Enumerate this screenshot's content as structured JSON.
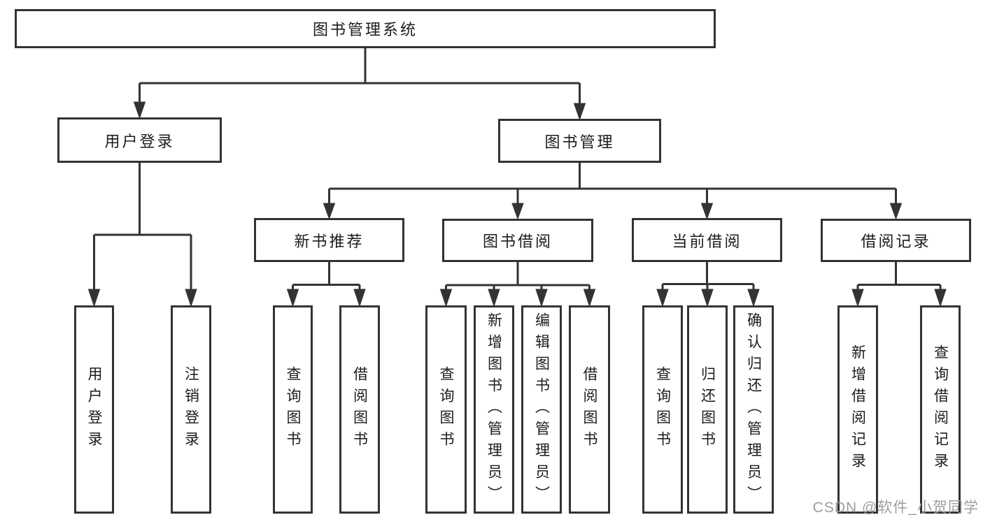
{
  "title": "图书管理系统",
  "tree": {
    "root": {
      "label": "图书管理系统"
    },
    "branches": [
      {
        "label": "用户登录",
        "children": [
          {
            "label": "用户登录"
          },
          {
            "label": "注销登录"
          }
        ]
      },
      {
        "label": "图书管理",
        "groups": [
          {
            "label": "新书推荐",
            "children": [
              {
                "label": "查询图书"
              },
              {
                "label": "借阅图书"
              }
            ]
          },
          {
            "label": "图书借阅",
            "children": [
              {
                "label": "查询图书"
              },
              {
                "label": "新增图书（管理员）"
              },
              {
                "label": "编辑图书（管理员）"
              },
              {
                "label": "借阅图书"
              }
            ]
          },
          {
            "label": "当前借阅",
            "children": [
              {
                "label": "查询图书"
              },
              {
                "label": "归还图书"
              },
              {
                "label": "确认归还（管理员）"
              }
            ]
          },
          {
            "label": "借阅记录",
            "children": [
              {
                "label": "新增借阅记录"
              },
              {
                "label": "查询借阅记录"
              }
            ]
          }
        ]
      }
    ]
  },
  "watermark": {
    "text": "CSDN @软件_小贺同学"
  },
  "colors": {
    "line": "#333333",
    "background": "#ffffff",
    "watermark": "#9e9e9e"
  }
}
